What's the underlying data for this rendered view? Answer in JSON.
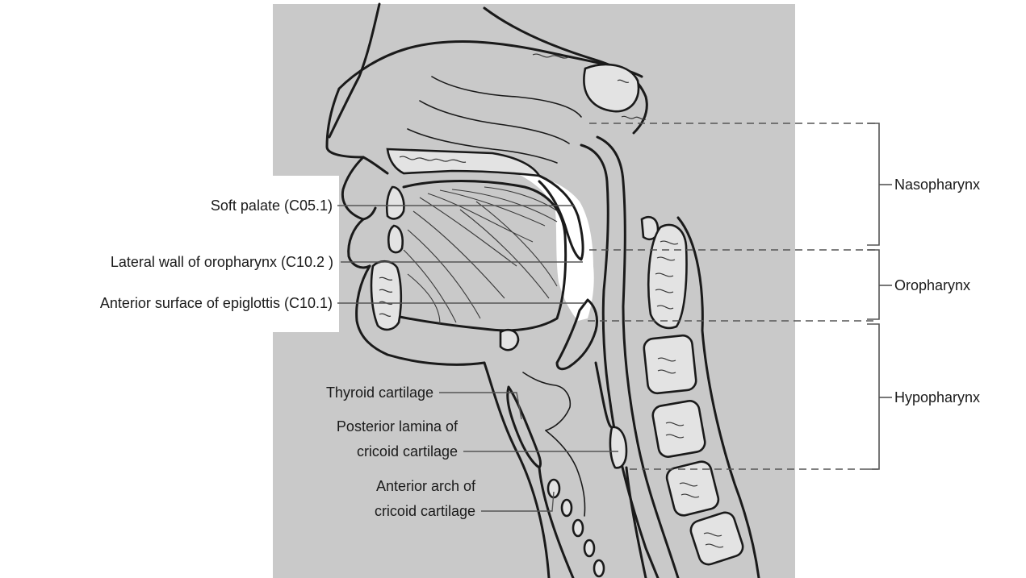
{
  "figure": {
    "background_color": "#c9c9c9",
    "airway_color": "#ffffff",
    "line_color": "#1a1a1a"
  },
  "labels": {
    "soft_palate": "Soft palate (C05.1)",
    "lateral_wall": "Lateral wall of oropharynx (C10.2 )",
    "epiglottis_surface": "Anterior surface of epiglottis (C10.1)",
    "thyroid_cartilage": "Thyroid cartilage",
    "posterior_lamina_line1": "Posterior lamina of",
    "posterior_lamina_line2": "cricoid cartilage",
    "anterior_arch_line1": "Anterior arch of",
    "anterior_arch_line2": "cricoid cartilage"
  },
  "regions": {
    "nasopharynx": "Nasopharynx",
    "oropharynx": "Oropharynx",
    "hypopharynx": "Hypopharynx"
  }
}
